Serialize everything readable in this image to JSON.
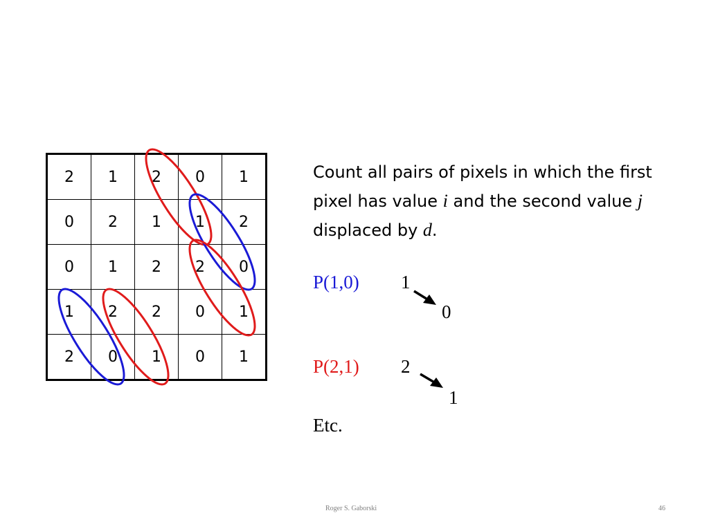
{
  "grid": {
    "rows": [
      [
        "2",
        "1",
        "2",
        "0",
        "1"
      ],
      [
        "0",
        "2",
        "1",
        "1",
        "2"
      ],
      [
        "0",
        "1",
        "2",
        "2",
        "0"
      ],
      [
        "1",
        "2",
        "2",
        "0",
        "1"
      ],
      [
        "2",
        "0",
        "1",
        "0",
        "1"
      ]
    ]
  },
  "colors": {
    "blue": "#1a1ad6",
    "red": "#e01b1b"
  },
  "description": {
    "text1": "Count all pairs of pixels in which the first pixel has value ",
    "var_i": "i",
    "text2": " and the second value ",
    "var_j": "j",
    "text3": " displaced by ",
    "var_d": "d",
    "text4": "."
  },
  "examples": {
    "p10": {
      "label": "P(1,0)",
      "from": "1",
      "to": "0"
    },
    "p21": {
      "label": "P(2,1)",
      "from": "2",
      "to": "1"
    },
    "etc": "Etc."
  },
  "footer": {
    "author": "Roger S. Gaborski",
    "page": "46"
  }
}
